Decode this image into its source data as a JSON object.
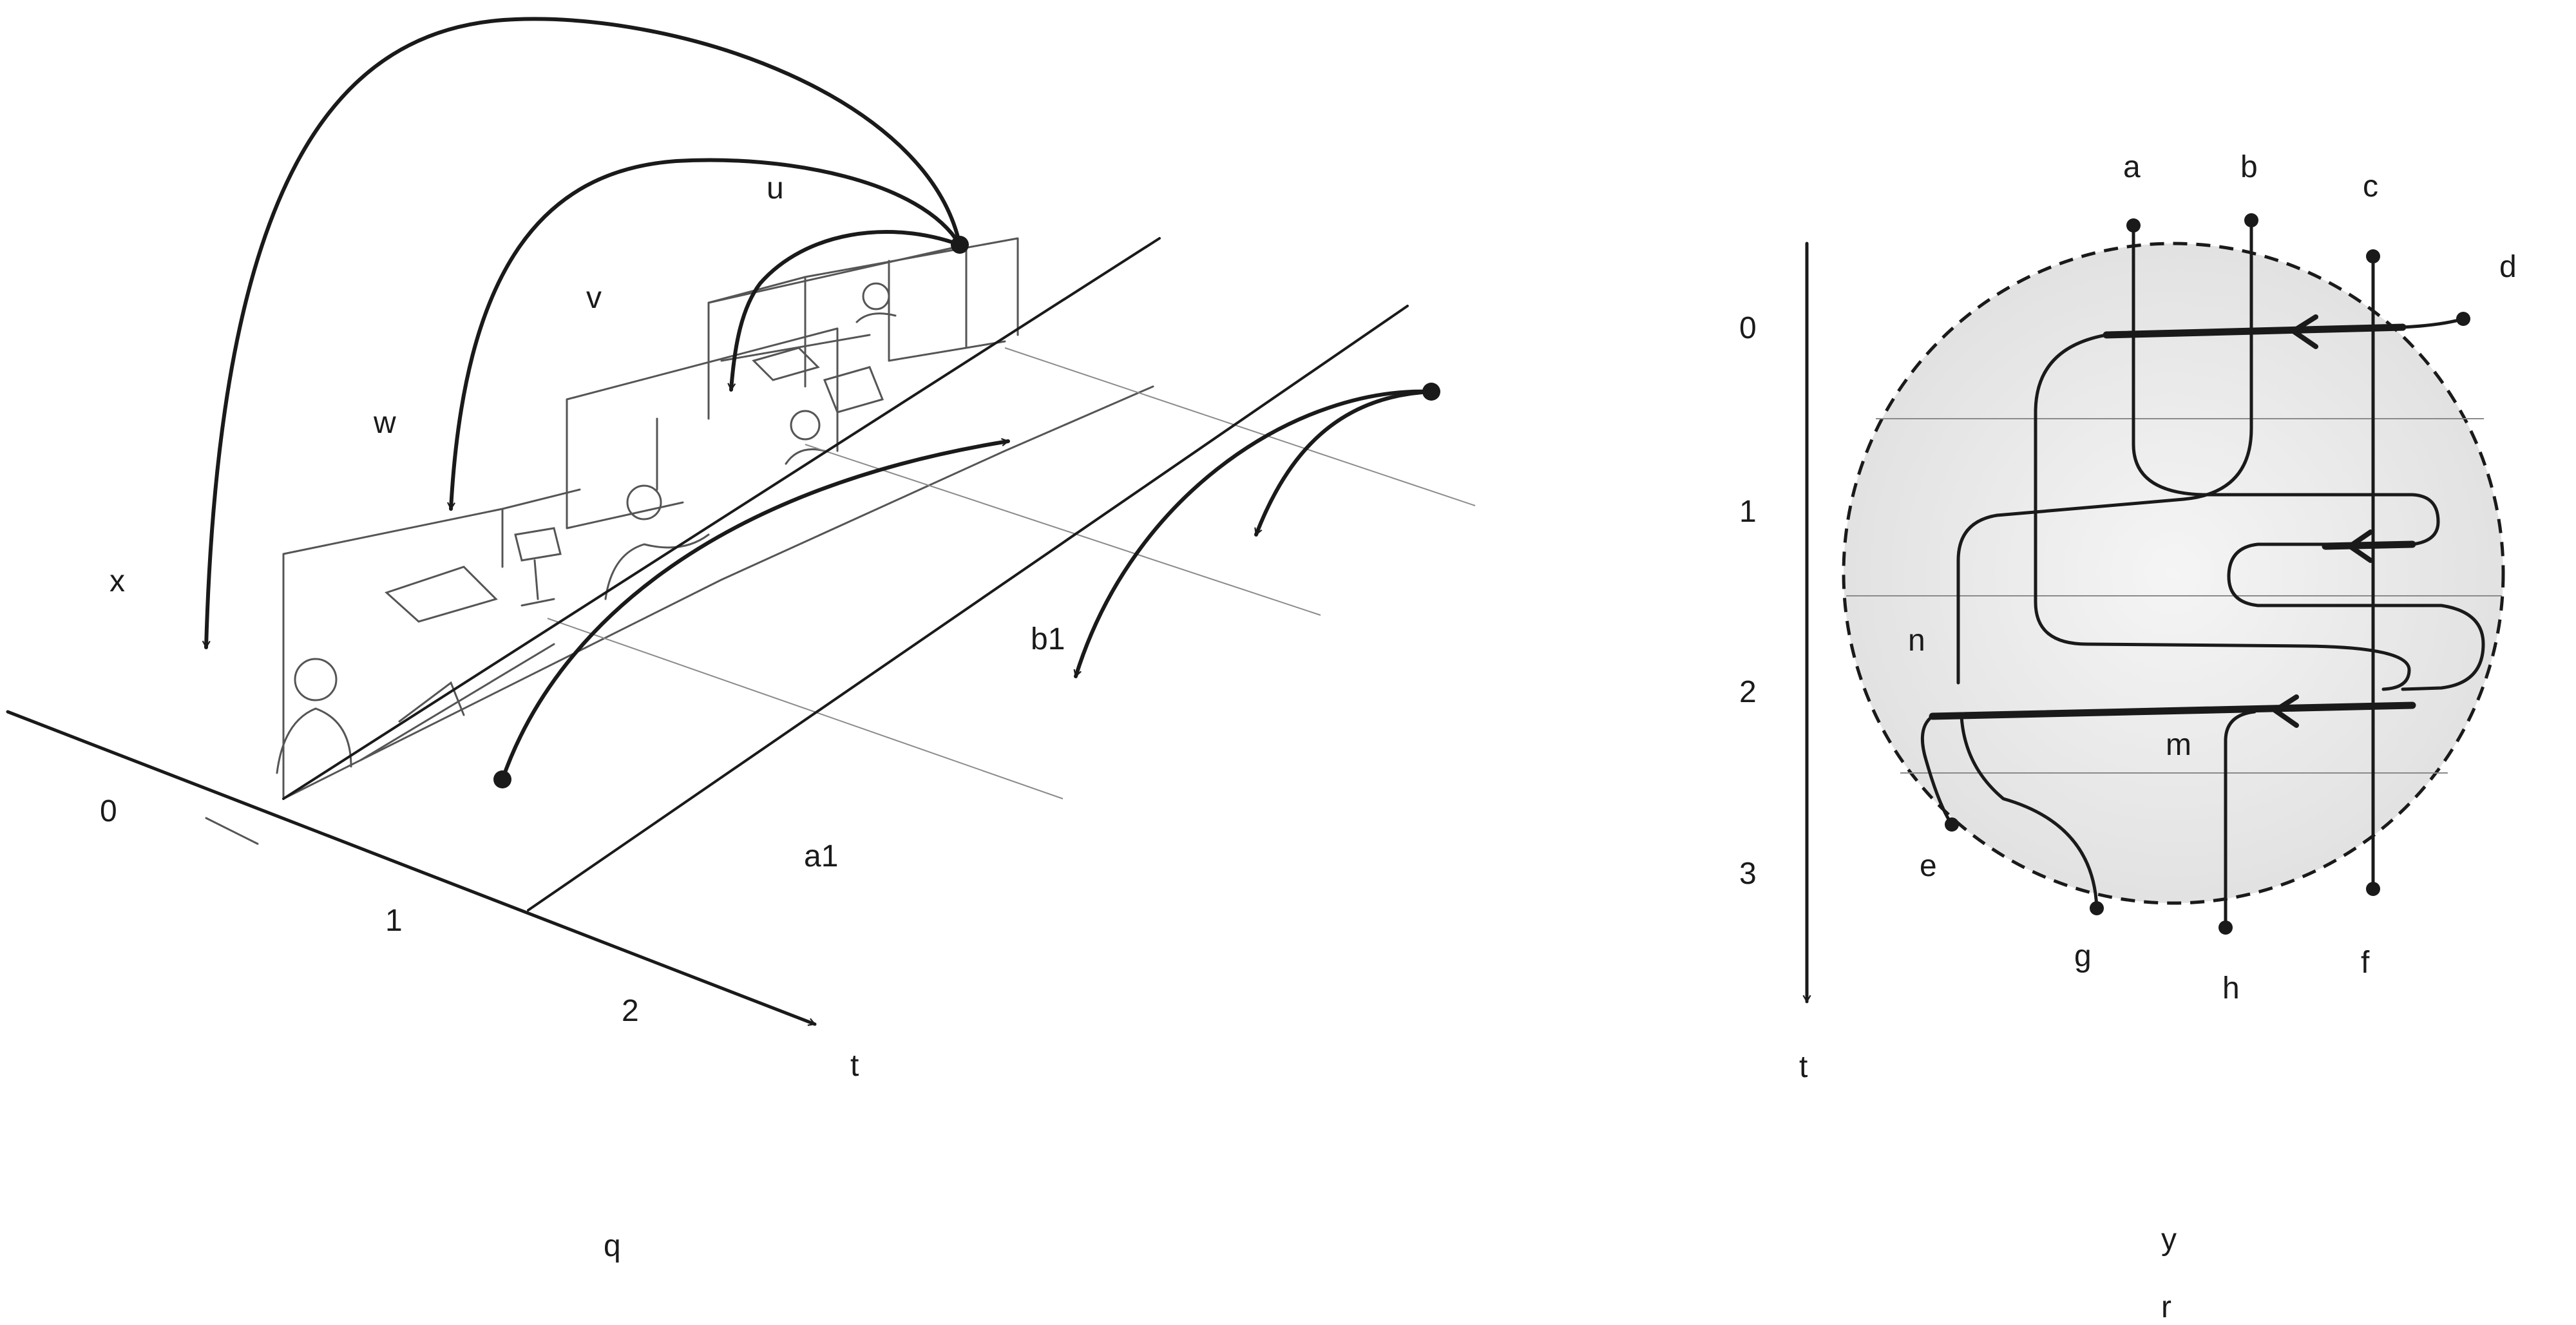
{
  "left_panel": {
    "caption": "q",
    "axis_label": "t",
    "tick_labels": [
      "0",
      "1",
      "2"
    ],
    "region_labels": {
      "u": "u",
      "v": "v",
      "w": "w",
      "x": "x",
      "a1": "a1",
      "b1": "b1"
    }
  },
  "right_panel": {
    "caption_top": "y",
    "caption_bottom": "r",
    "axis_label": "t",
    "tick_labels": [
      "0",
      "1",
      "2",
      "3"
    ],
    "boundary_points_top": [
      "a",
      "b",
      "c",
      "d"
    ],
    "boundary_points_bottom": [
      "e",
      "g",
      "h",
      "f"
    ],
    "region_labels": {
      "n": "n",
      "m": "m"
    }
  },
  "colors": {
    "ink": "#1a1a1a",
    "disk_fill": "#ececec",
    "grid": "#8a8a8a"
  }
}
